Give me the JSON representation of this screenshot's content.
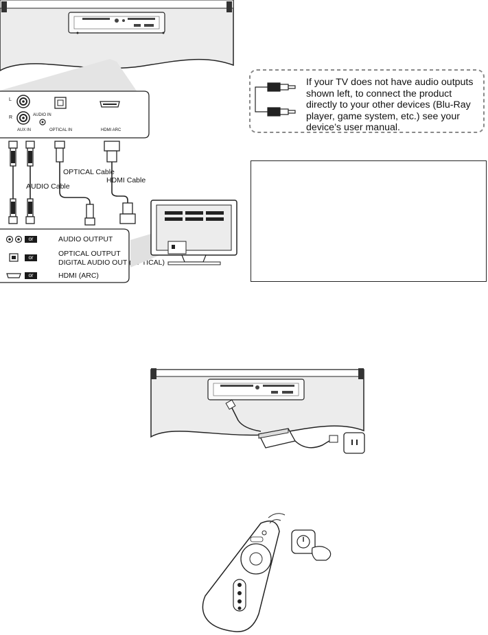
{
  "note": {
    "lines": [
      "If your TV does not have audio outputs",
      "shown left, to connect the product",
      "directly to your other devices (Blu-Ray",
      "player, game system, etc.) see your",
      "device’s user manual."
    ]
  },
  "panel": {
    "label_l": "L",
    "label_r": "R",
    "audio_in": "AUDIO IN",
    "aux_in": "AUX IN",
    "optical_in": "OPTICAL IN",
    "hdmi_arc": "HDMI ARC"
  },
  "cables": {
    "optical": "OPTICAL Cable",
    "hdmi": "HDMI Cable",
    "audio": "AUDIO Cable"
  },
  "legend": {
    "or": "or",
    "audio_output": "AUDIO OUTPUT",
    "optical_output_1": "OPTICAL OUTPUT",
    "optical_output_2": "DIGITAL AUDIO OUT (OPTICAL)",
    "hdmi_arc": "HDMI (ARC)"
  },
  "colors": {
    "soundbar_fill": "#ececec",
    "line": "#222222",
    "dashed_border": "#888888",
    "badge": "#1a1a1a"
  }
}
